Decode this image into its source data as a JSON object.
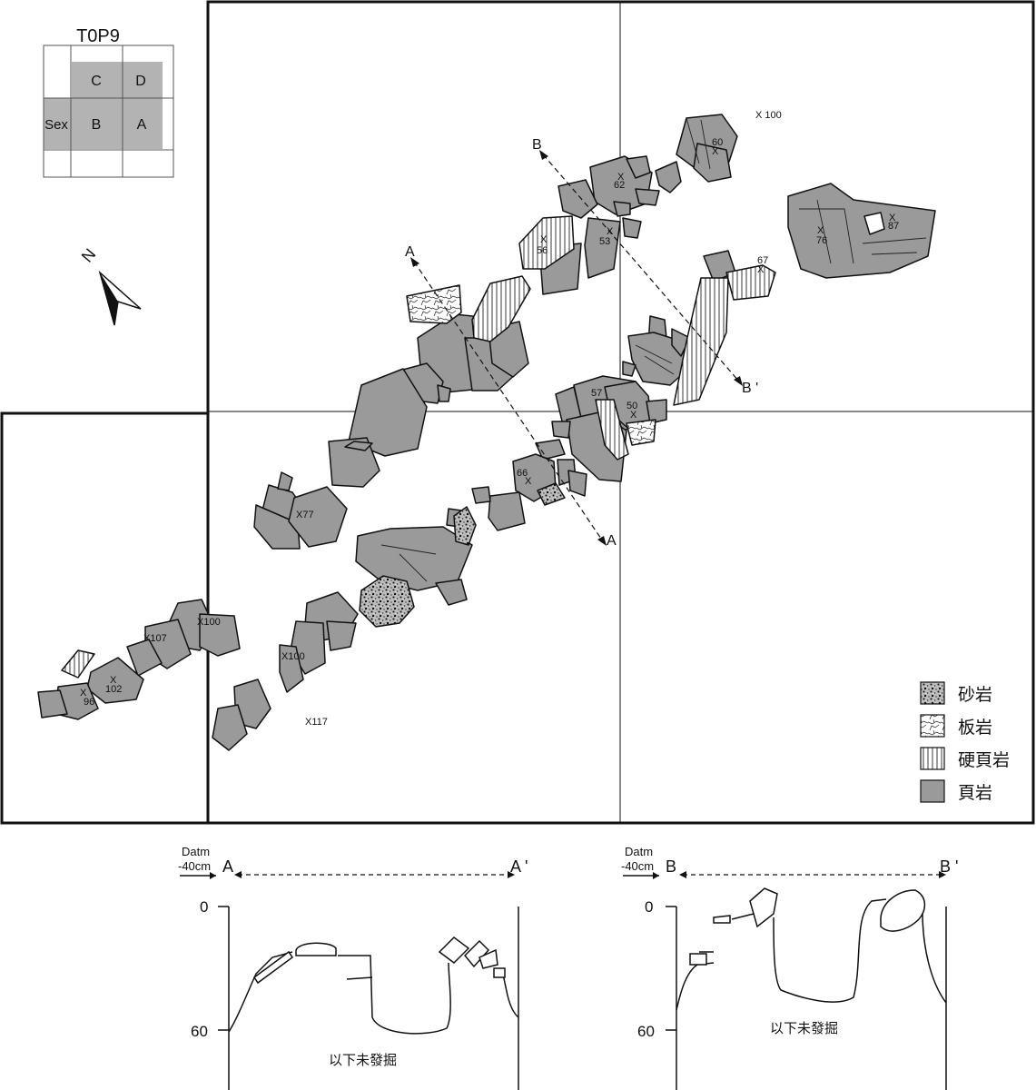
{
  "key_map": {
    "title": "T0P9",
    "cells": {
      "c": "C",
      "d": "D",
      "sex": "Sex",
      "b": "B",
      "a": "A"
    }
  },
  "north": "N",
  "section_lines": {
    "a_start": "A",
    "a_end": "A",
    "b_start": "B",
    "b_end": "B '"
  },
  "point_labels": {
    "p100_top": "X 100",
    "p60": "60",
    "p62": "62",
    "p76": "76",
    "p87": "87",
    "p56": "56",
    "p53": "53",
    "p67": "67",
    "p57": "57",
    "p50": "50",
    "p66": "66",
    "p77": "X77",
    "p100_mid": "X100",
    "p100_low": "X100",
    "p107": "X107",
    "p102": "102",
    "p96": "96",
    "p117": "X117"
  },
  "legend": [
    {
      "label": "砂岩",
      "pattern": "sandstone"
    },
    {
      "label": "板岩",
      "pattern": "slate"
    },
    {
      "label": "硬頁岩",
      "pattern": "hard-shale"
    },
    {
      "label": "頁岩",
      "pattern": "shale"
    }
  ],
  "profiles": {
    "a": {
      "datum": "Datm",
      "datum_depth": "-40cm",
      "start": "A",
      "end": "A '",
      "depth_top": "0",
      "depth_bottom": "60",
      "note": "以下未發掘"
    },
    "b": {
      "datum": "Datm",
      "datum_depth": "-40cm",
      "start": "B",
      "end": "B '",
      "depth_top": "0",
      "depth_bottom": "60",
      "note": "以下未發掘"
    }
  },
  "colors": {
    "shale": "#9a9a9a",
    "ink": "#111111"
  }
}
